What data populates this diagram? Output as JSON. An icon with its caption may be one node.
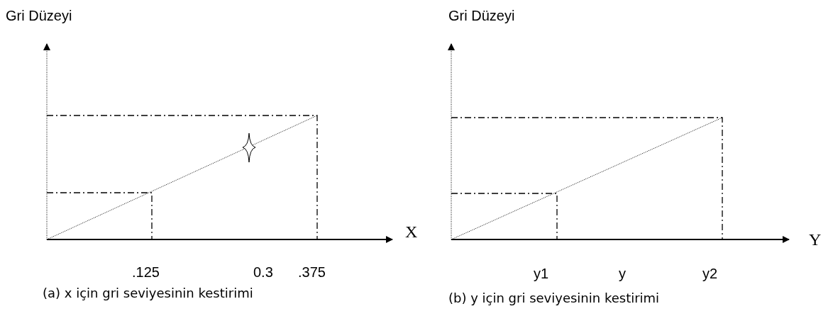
{
  "diagram": {
    "labels": [
      "Gri Düzeyi",
      "Gri Düzeyi",
      "X",
      "Y",
      ".125",
      "0.3",
      ".375",
      "y1",
      "y",
      "y2",
      "(a) x için gri seviyesinin kestirimi",
      "(b) y için gri seviyesinin kestirimi"
    ]
  }
}
